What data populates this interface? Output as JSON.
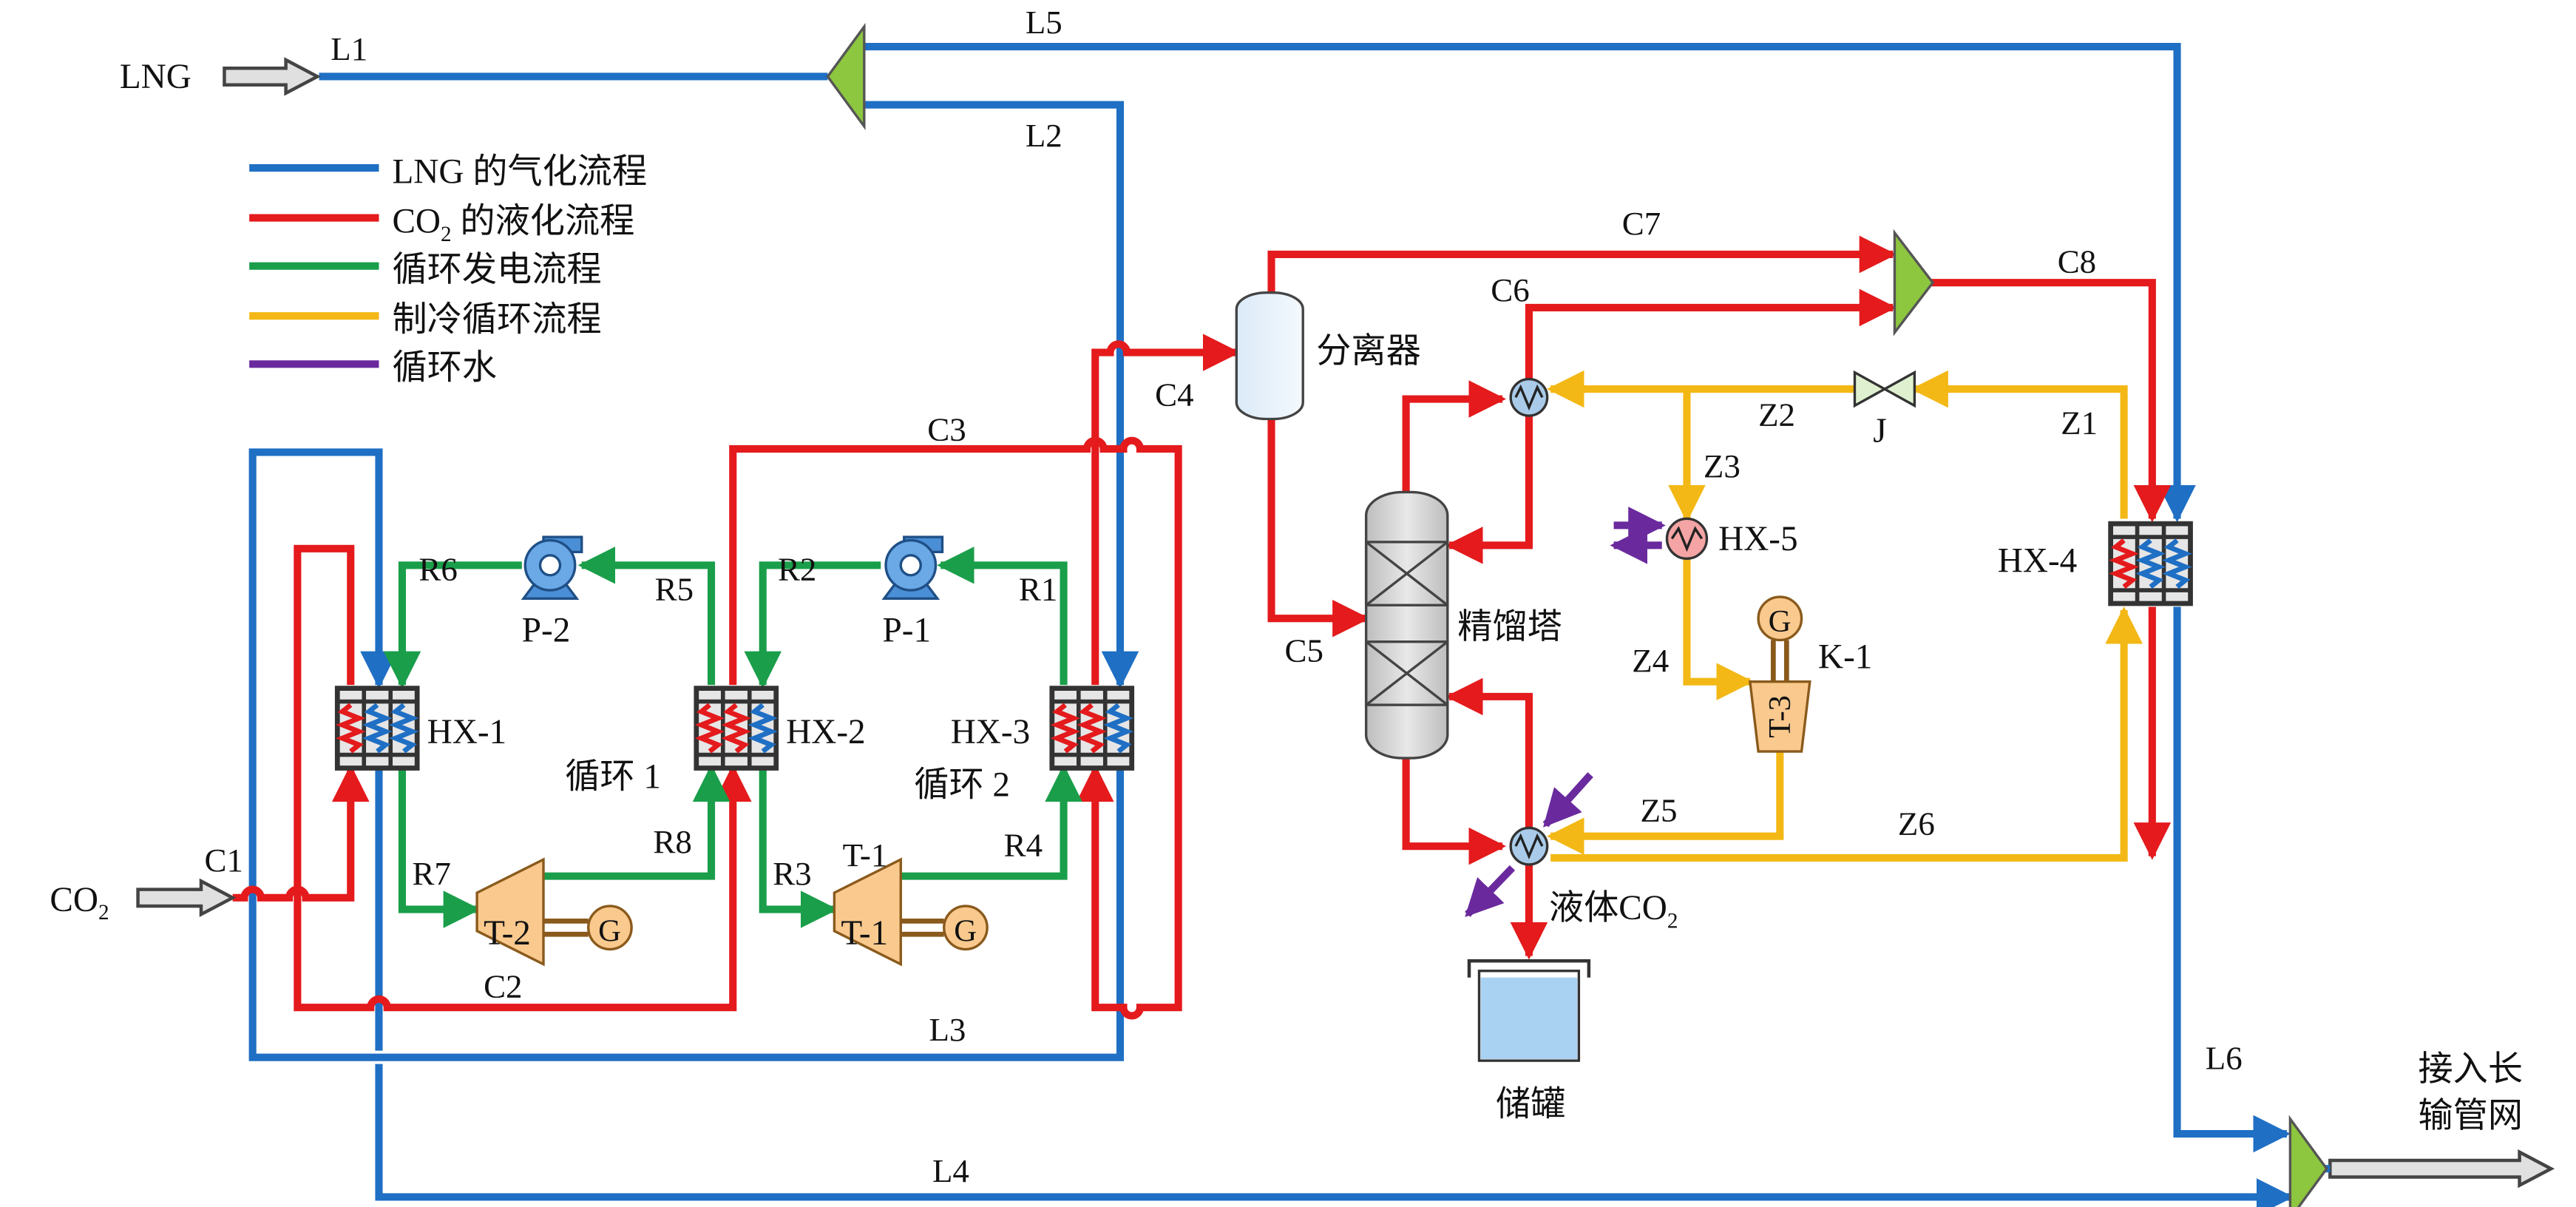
{
  "colors": {
    "lng": "#1f6fc4",
    "co2": "#e41a1c",
    "power": "#1a9e4a",
    "refrig": "#f3b815",
    "water": "#6a2a9e"
  },
  "legend": [
    {
      "key": "lng",
      "color": "#1f6fc4",
      "label": "LNG 的气化流程"
    },
    {
      "key": "co2",
      "color": "#e41a1c",
      "label": "CO",
      "sub": "2",
      "label_rest": " 的液化流程"
    },
    {
      "key": "power",
      "color": "#1a9e4a",
      "label": "循环发电流程"
    },
    {
      "key": "refrig",
      "color": "#f3b815",
      "label": "制冷循环流程"
    },
    {
      "key": "water",
      "color": "#6a2a9e",
      "label": "循环水"
    }
  ],
  "inputs": {
    "lng": "LNG",
    "co2": "CO",
    "co2_sub": "2",
    "export_line1": "接入长",
    "export_line2": "输管网"
  },
  "streams": {
    "L1": "L1",
    "L2": "L2",
    "L3": "L3",
    "L4": "L4",
    "L5": "L5",
    "L6": "L6",
    "C1": "C1",
    "C2": "C2",
    "C3": "C3",
    "C4": "C4",
    "C5": "C5",
    "C6": "C6",
    "C7": "C7",
    "C8": "C8",
    "R1": "R1",
    "R2": "R2",
    "R3": "R3",
    "R4": "R4",
    "R5": "R5",
    "R6": "R6",
    "R7": "R7",
    "R8": "R8",
    "Z1": "Z1",
    "Z2": "Z2",
    "Z3": "Z3",
    "Z4": "Z4",
    "Z5": "Z5",
    "Z6": "Z6"
  },
  "equipment": {
    "hx1": "HX-1",
    "hx2": "HX-2",
    "hx3": "HX-3",
    "hx4": "HX-4",
    "hx5": "HX-5",
    "p1": "P-1",
    "p2": "P-2",
    "t1": "T-1",
    "t2": "T-2",
    "t3": "T-3",
    "k1": "K-1",
    "j": "J",
    "g": "G",
    "separator": "分离器",
    "column": "精馏塔",
    "tank": "储罐",
    "liquid_co2": "液体CO",
    "liquid_co2_sub": "2",
    "cycle1": "循环 1",
    "cycle2": "循环 2"
  }
}
